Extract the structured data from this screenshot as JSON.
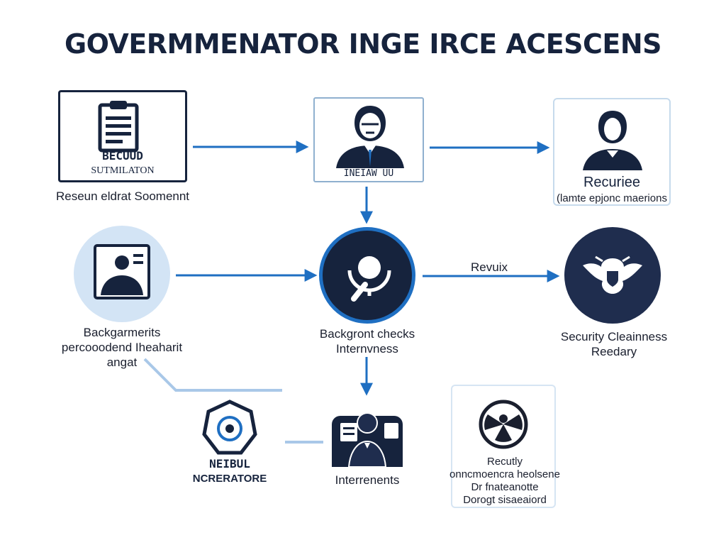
{
  "title": "GOVERMMENATOR INGE IRCE ACESCENS",
  "colors": {
    "navy": "#16233d",
    "blue": "#1f6fc2",
    "light_blue": "#d3e4f5",
    "dark_circle": "#1f2d4e"
  },
  "nodes": {
    "submission": {
      "icon": "clipboard-icon",
      "line1": "BECUUD",
      "line2": "SUTMILATON",
      "caption": "Reseun eldrat Soomennt"
    },
    "interview_top": {
      "icon": "officer-icon",
      "line1": "INEIAW UU"
    },
    "requires": {
      "icon": "person-icon",
      "line1": "Recuriee",
      "line2": "(lamte epjonc maerions"
    },
    "background_left": {
      "icon": "id-card-icon",
      "caption_lines": [
        "Backgarmerits",
        "percooodend Iheaharit",
        "angat"
      ]
    },
    "background_center": {
      "icon": "magnifier-icon",
      "caption_lines": [
        "Backgront checks",
        "Internvness"
      ]
    },
    "security_clearance": {
      "icon": "eagle-shield-icon",
      "caption_lines": [
        "Security Cleainness",
        "Reedary"
      ]
    },
    "neibul": {
      "icon": "badge-icon",
      "line1": "NEIBUL",
      "line2": "NCRERATORE"
    },
    "interrenents": {
      "icon": "presenter-icon",
      "caption": "Interrenents"
    },
    "security_review": {
      "icon": "radiation-icon",
      "caption_lines": [
        "Recutly",
        "onncmoencra heolsene",
        "Dr fnateanotte",
        "Dorogt sisaeaiord"
      ]
    }
  },
  "edges": {
    "review_label": "Revuix"
  }
}
